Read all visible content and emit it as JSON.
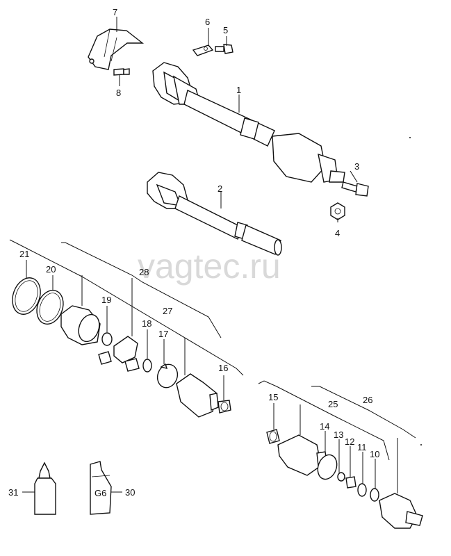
{
  "watermark": "vagtec.ru",
  "labels": {
    "p1": "1",
    "p2": "2",
    "p3": "3",
    "p4": "4",
    "p5": "5",
    "p6": "6",
    "p7": "7",
    "p8": "8",
    "p10": "10",
    "p11": "11",
    "p12": "12",
    "p13": "13",
    "p14": "14",
    "p15": "15",
    "p16": "16",
    "p17": "17",
    "p18": "18",
    "p19": "19",
    "p20": "20",
    "p21": "21",
    "p25": "25",
    "p26": "26",
    "p27": "27",
    "p28": "28",
    "p30": "30",
    "p31": "31"
  },
  "tube_marking": "G6"
}
